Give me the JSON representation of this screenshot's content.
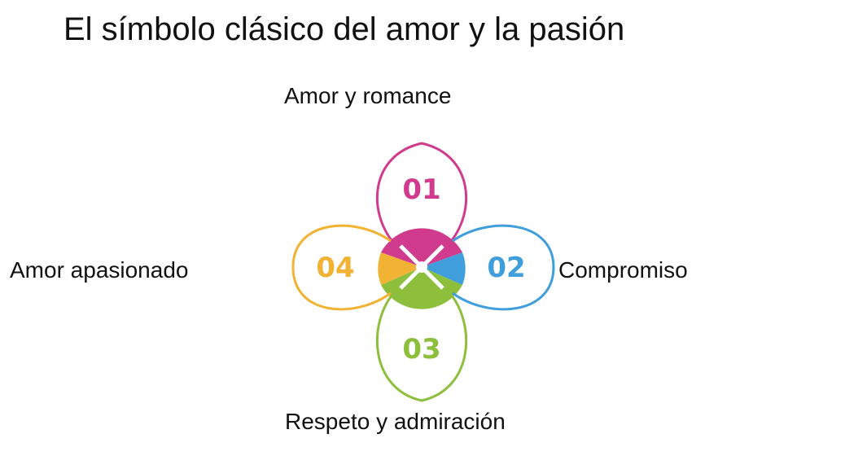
{
  "title": "El símbolo clásico del amor y la pasión",
  "petals": [
    {
      "number": "01",
      "label": "Amor y romance",
      "color": "#d13b8e"
    },
    {
      "number": "02",
      "label": "Compromiso",
      "color": "#3f9edb"
    },
    {
      "number": "03",
      "label": "Respeto y admiración",
      "color": "#8dbf3d"
    },
    {
      "number": "04",
      "label": "Amor apasionado",
      "color": "#f2b233"
    }
  ]
}
